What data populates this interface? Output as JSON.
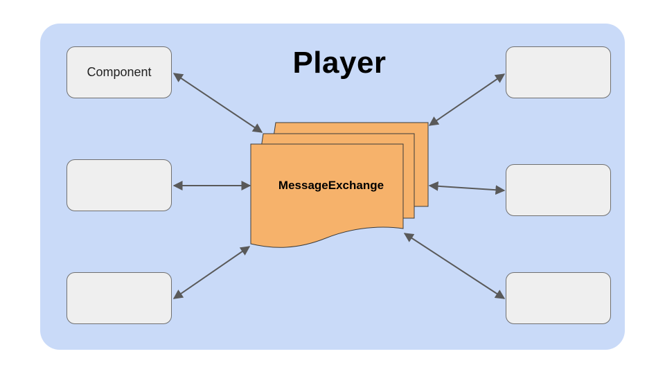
{
  "player": {
    "title": "Player",
    "background_color": "#c9daf8"
  },
  "message_exchange": {
    "label": "MessageExchange",
    "fill_color": "#f6b26b",
    "stack_count": 3
  },
  "components": [
    {
      "label": "Component"
    },
    {
      "label": ""
    },
    {
      "label": ""
    },
    {
      "label": ""
    },
    {
      "label": ""
    },
    {
      "label": ""
    }
  ],
  "arrows": {
    "style": "bidirectional",
    "color": "#595959",
    "count": 6
  }
}
